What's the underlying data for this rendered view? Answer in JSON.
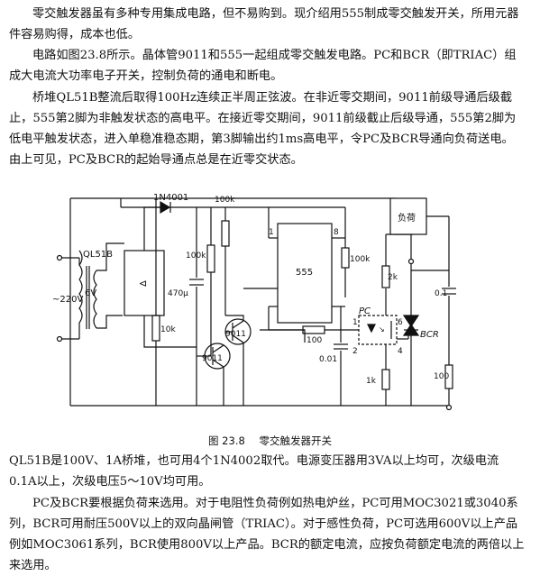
{
  "paragraphs": {
    "p1": "零交触发器虽有多种专用集成电路，但不易购到。现介绍用555制成零交触发开关，所用元器件容易购得，成本也低。",
    "p2": "电路如图23.8所示。晶体管9011和555一起组成零交触发电路。PC和BCR（即TRIAC）组成大电流大功率电子开关，控制负荷的通电和断电。",
    "p3": "桥堆QL51B整流后取得100Hz连续正半周正弦波。在非近零交期间，9011前级导通后级截止，555第2脚为非触发状态的高电平。在接近零交期间，9011前级截止后级导通，555第2脚为低电平触发状态，进入单稳准稳态期，第3脚输出约1ms高电平，令PC及BCR导通向负荷送电。由上可见，PC及BCR的起始导通点总是在近零交状态。",
    "p4": "QL51B是100V、1A桥堆，也可用4个1N4002取代。电源变压器用3VA以上均可，次级电流0.1A以上，次级电压5～10V均可用。",
    "p5": "PC及BCR要根据负荷来选用。对于电阻性负荷例如热电炉丝，PC可用MOC3021或3040系列，BCR可用耐压500V以上的双向晶闸管（TRIAC）。对于感性负荷，PC可选用600V以上产品例如MOC3061系列，BCR使用800V以上产品。BCR的额定电流，应按负荷额定电流的两倍以上来选用。"
  },
  "caption": {
    "number": "图 23.8",
    "title": "零交触发器开关"
  },
  "circuit": {
    "labels": {
      "diode": "1N4001",
      "bridge": "QL51B",
      "mains": "~220V",
      "secondary": "6V",
      "cap_470": "470μ",
      "r_100k_a": "100k",
      "r_100k_b": "100k",
      "r_100k_c": "100k",
      "r_10k": "10k",
      "q1": "9011",
      "q2": "9011",
      "ic": "555",
      "pin1": "1",
      "pin8": "8",
      "r_100": "100",
      "c_001": "0.01",
      "r_2k": "2k",
      "r_1k": "1k",
      "pc": "PC",
      "pc_pin6": "6",
      "pc_pin4": "4",
      "pc_pin1": "1",
      "pc_pin2": "2",
      "load": "负荷",
      "c_01": "0.1",
      "r_100_snub": "100",
      "bcr": "BCR"
    }
  }
}
